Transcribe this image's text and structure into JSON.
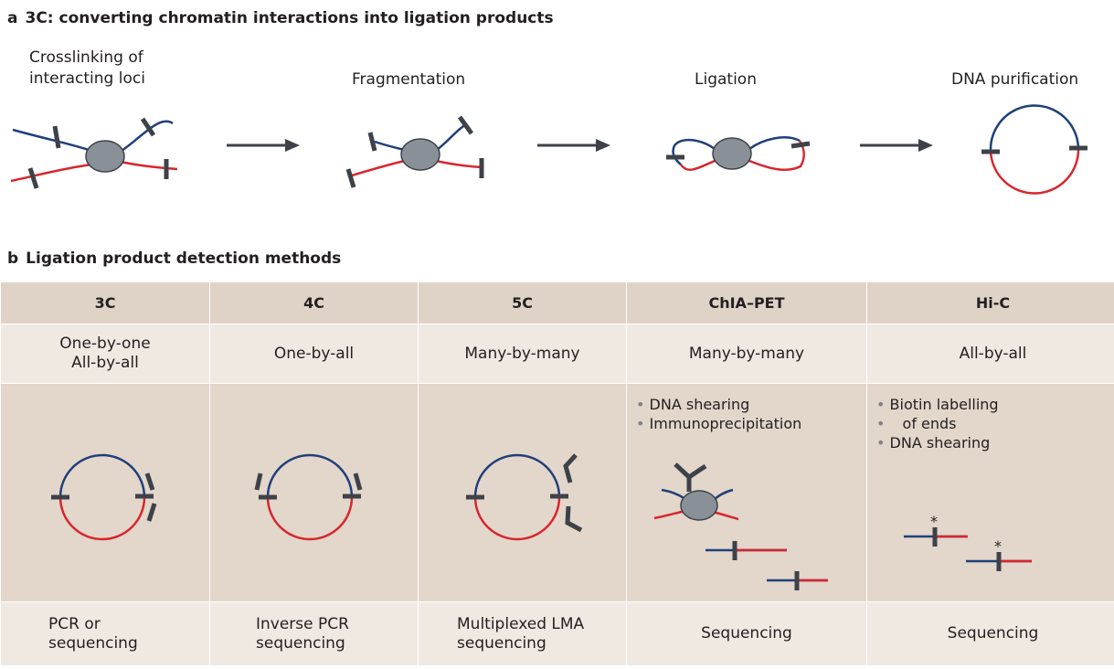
{
  "panel_a": {
    "letter": "a",
    "title": "3C: converting chromatin interactions into ligation products",
    "steps": [
      {
        "label": "Crosslinking of\ninteracting loci"
      },
      {
        "label": "Fragmentation"
      },
      {
        "label": "Ligation"
      },
      {
        "label": "DNA purification"
      }
    ]
  },
  "panel_b": {
    "letter": "b",
    "title": "Ligation product detection methods",
    "columns": [
      {
        "name": "3C",
        "scope": "One-by-one\nAll-by-all",
        "bullets": [],
        "method": "PCR or\nsequencing"
      },
      {
        "name": "4C",
        "scope": "One-by-all",
        "bullets": [],
        "method": "Inverse PCR\nsequencing"
      },
      {
        "name": "5C",
        "scope": "Many-by-many",
        "bullets": [],
        "method": "Multiplexed LMA\nsequencing"
      },
      {
        "name": "ChIA–PET",
        "scope": "Many-by-many",
        "bullets": [
          "DNA shearing",
          "Immunoprecipitation"
        ],
        "method": "Sequencing"
      },
      {
        "name": "Hi-C",
        "scope": "All-by-all",
        "bullets": [
          "Biotin labelling",
          "of ends",
          "DNA shearing"
        ],
        "method": "Sequencing"
      }
    ],
    "asterisk": "*"
  },
  "colors": {
    "blue_strand": "#1f3f7a",
    "red_strand": "#d7262e",
    "marker": "#3d4249",
    "protein": "#8a9097",
    "arrow": "#3d4249"
  }
}
